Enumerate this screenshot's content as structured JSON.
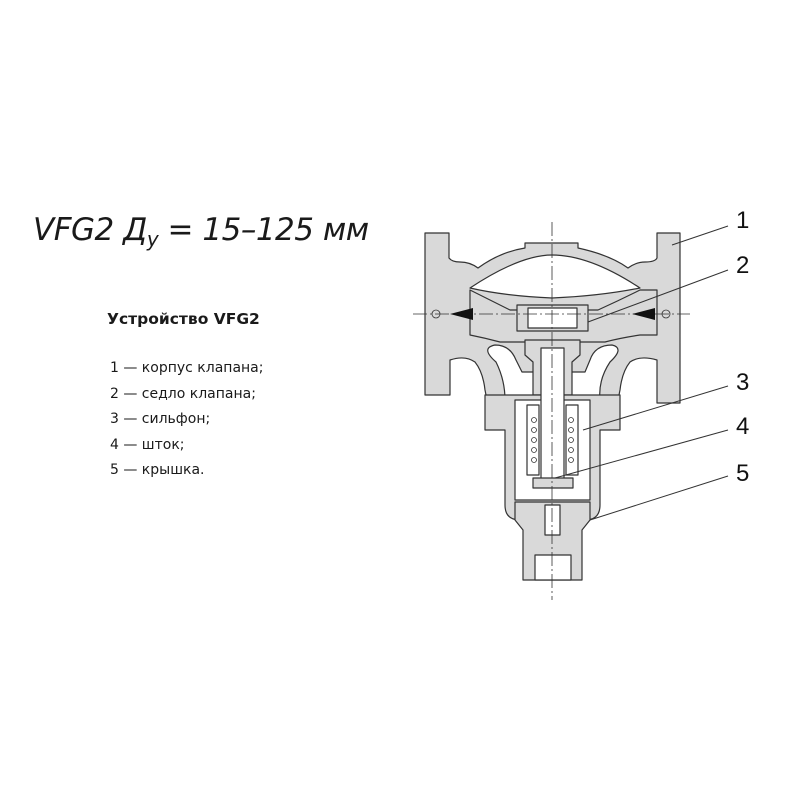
{
  "title": {
    "main": "VFG2 Д",
    "subscript": "у",
    "range": " = 15–125 мм"
  },
  "subtitle": "Устройство VFG2",
  "legend": [
    "1 — корпус клапана;",
    "2 — седло клапана;",
    "3 — сильфон;",
    "4 — шток;",
    "5 — крышка."
  ],
  "callouts": [
    "1",
    "2",
    "3",
    "4",
    "5"
  ],
  "colors": {
    "body_fill": "#d9d9d9",
    "stroke": "#333333",
    "text": "#1a1a1a"
  }
}
